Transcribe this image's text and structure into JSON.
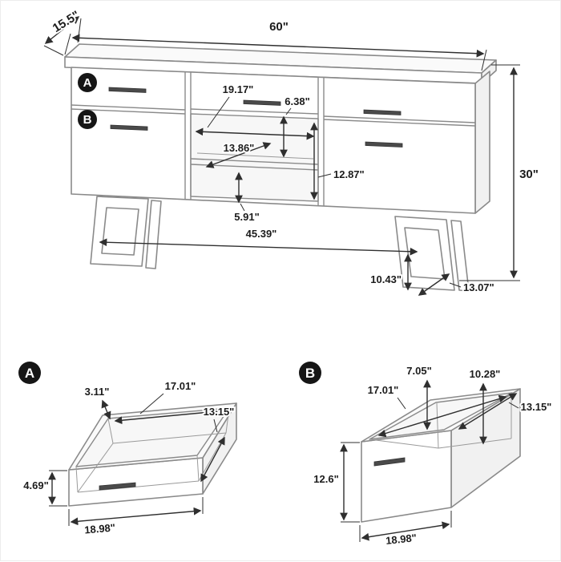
{
  "colors": {
    "furniture_line": "#8a8a8a",
    "dimension_line": "#2f2f2f",
    "badge": "#161616",
    "background": "#ffffff"
  },
  "main": {
    "markers": {
      "a": "A",
      "b": "B"
    },
    "dims": {
      "depth": "15.5\"",
      "width": "60\"",
      "height": "30\"",
      "opening_width": "19.17\"",
      "cubby_height": "6.38\"",
      "shelf_depth": "13.86\"",
      "right_height": "12.87\"",
      "lower_height": "5.91\"",
      "leg_span": "45.39\"",
      "leg_height": "10.43\"",
      "leg_depth": "13.07\""
    }
  },
  "detail_a": {
    "marker": "A",
    "dims": {
      "rail": "3.11\"",
      "width": "17.01\"",
      "depth": "13.15\"",
      "height": "4.69\"",
      "overall": "18.98\""
    }
  },
  "detail_b": {
    "marker": "B",
    "dims": {
      "rail": "7.05\"",
      "inner_height": "10.28\"",
      "width": "17.01\"",
      "depth": "13.15\"",
      "height": "12.6\"",
      "overall": "18.98\""
    }
  }
}
